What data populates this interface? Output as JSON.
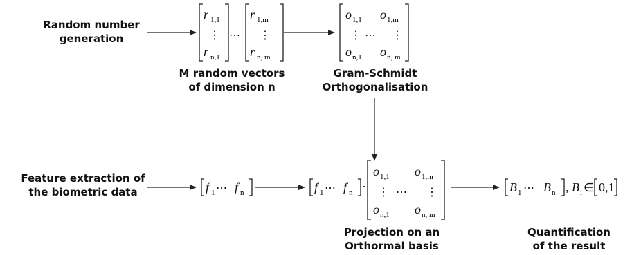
{
  "labels": {
    "random_number": [
      "Random number",
      "generation"
    ],
    "random_vectors": [
      "M random vectors",
      "of dimension n"
    ],
    "gram_schmidt": [
      "Gram-Schmidt",
      "Orthogonalisation"
    ],
    "feature_extraction": [
      "Feature extraction of",
      "the biometric data"
    ],
    "projection": [
      "Projection on an",
      "Orthormal basis"
    ],
    "quantification": [
      "Quantification",
      "of the result"
    ]
  },
  "math": {
    "r": "r",
    "o": "o",
    "f": "f",
    "B": "B",
    "sub_11": "1,1",
    "sub_1m": "1,m",
    "sub_n1": "n,1",
    "sub_nm": "n, m",
    "sub_1": "1",
    "sub_n": "n",
    "sub_i": "i",
    "vdots": "⋮",
    "cdots": "⋯",
    "dot": "·",
    "comma": ",",
    "in": "∈",
    "set_01": "0,1"
  }
}
